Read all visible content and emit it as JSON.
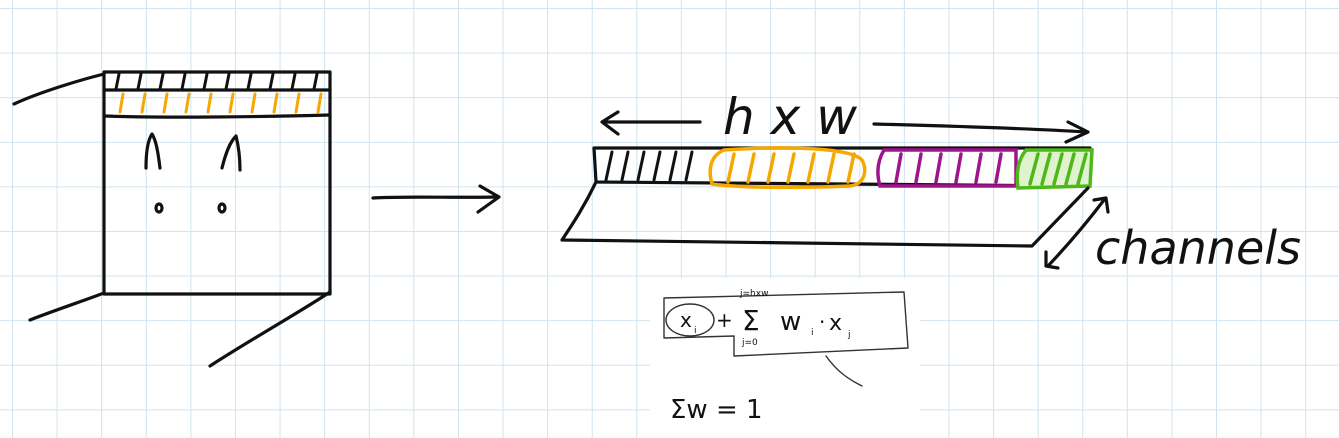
{
  "labels": {
    "dimension": "h x w",
    "side": "channels",
    "sum_bound_upper": "j=hxw",
    "sum_bound_lower": "j=0",
    "term_x": "x",
    "term_w": "w",
    "sub_i": "i",
    "sub_j": "j",
    "plus": "+",
    "sigma": "Σ",
    "dot": "·",
    "constraint": "Σw = 1"
  },
  "colors": {
    "ink": "#111111",
    "grid": "#cfe3ef",
    "yellow": "#f5a800",
    "purple": "#a0138e",
    "green": "#4fb819"
  },
  "strip_segments": [
    {
      "name": "black-segment",
      "color": "#111111"
    },
    {
      "name": "yellow-segment",
      "color": "#f5a800"
    },
    {
      "name": "purple-segment",
      "color": "#a0138e"
    },
    {
      "name": "green-segment",
      "color": "#4fb819"
    }
  ]
}
